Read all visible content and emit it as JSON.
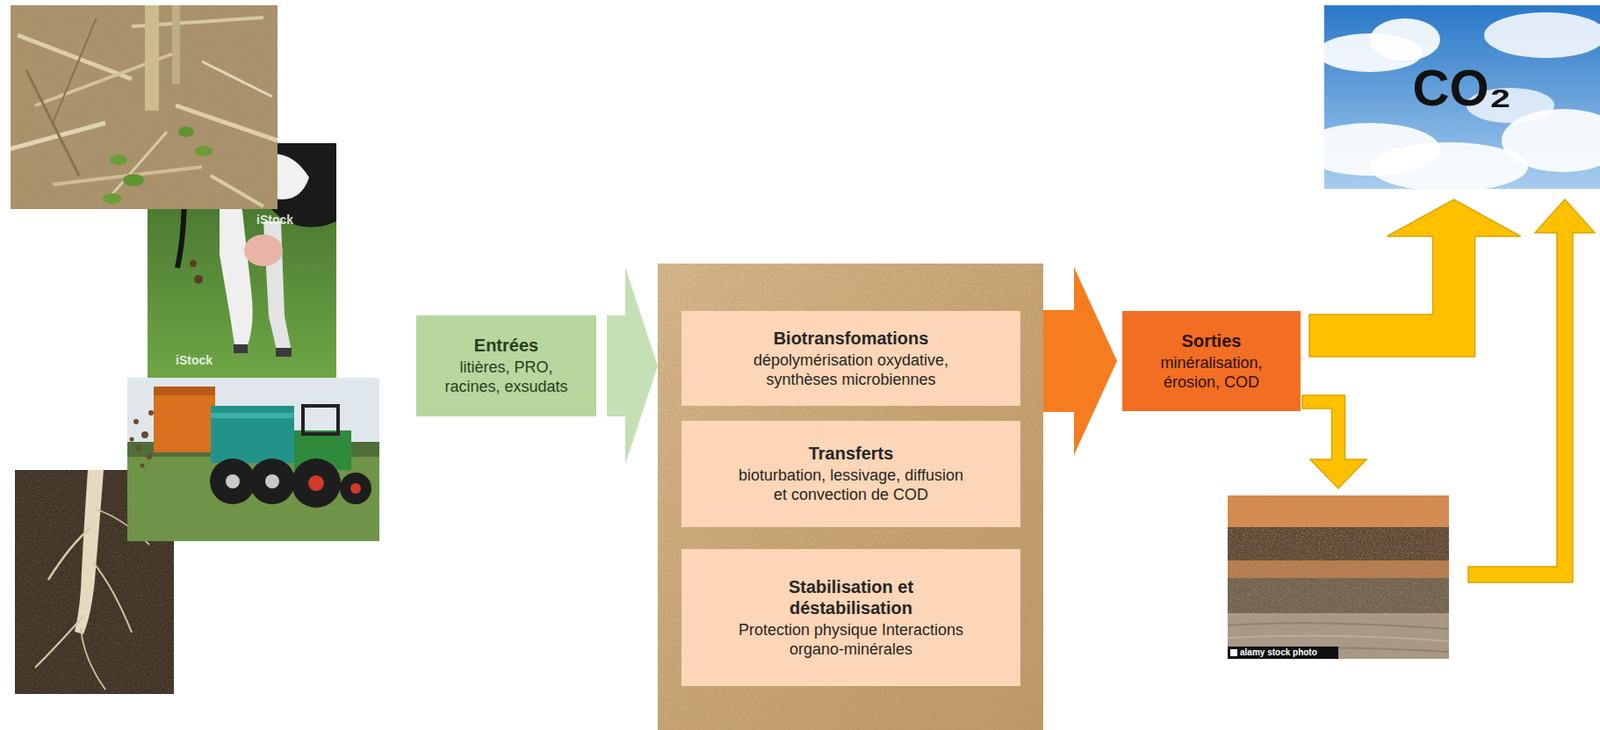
{
  "diagram": {
    "nodes": [
      {
        "text": [
          "Entrées",
          "litières, PRO, racines, exsudats"
        ]
      },
      {
        "text": []
      },
      {
        "text": [
          "Biotransfomations",
          "dépolymérisation oxydative, synthèses microbiennes"
        ],
        "in": 1
      },
      {
        "text": [
          "Transferts",
          "bioturbation, lessivage, diffusion et convection de COD"
        ],
        "in": 1
      },
      {
        "text": [
          "Stabilisation et déstabilisation",
          "Protection physique Interactions organo-minérales"
        ],
        "in": 1
      },
      {
        "text": [
          "Sorties",
          "minéralisation, érosion, COD"
        ]
      },
      {
        "text": [
          "CO₂"
        ]
      },
      {
        "text": []
      }
    ],
    "edges": [
      {
        "from": 0,
        "to": 1,
        "arrow": "to"
      },
      {
        "from": 1,
        "to": 5,
        "arrow": "to"
      },
      {
        "from": 5,
        "to": 6,
        "arrow": "to"
      },
      {
        "from": 5,
        "to": 7,
        "arrow": "to"
      },
      {
        "from": 7,
        "to": 6,
        "arrow": "to"
      }
    ],
    "labels": [
      "iStock",
      "iStock",
      "alamy stock photo"
    ]
  }
}
